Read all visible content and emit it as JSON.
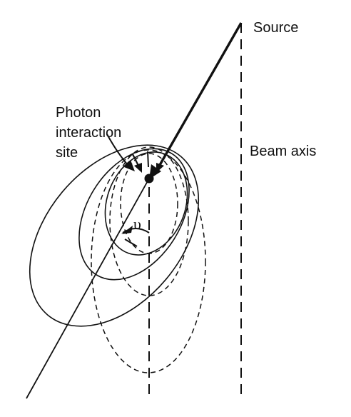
{
  "labels": {
    "source": "Source",
    "beam_axis": "Beam axis",
    "photon_line1": "Photon",
    "photon_line2": "interaction",
    "photon_line3": "site",
    "angle_symbol": "υ"
  },
  "colors": {
    "ink": "#111111",
    "background": "#ffffff"
  }
}
